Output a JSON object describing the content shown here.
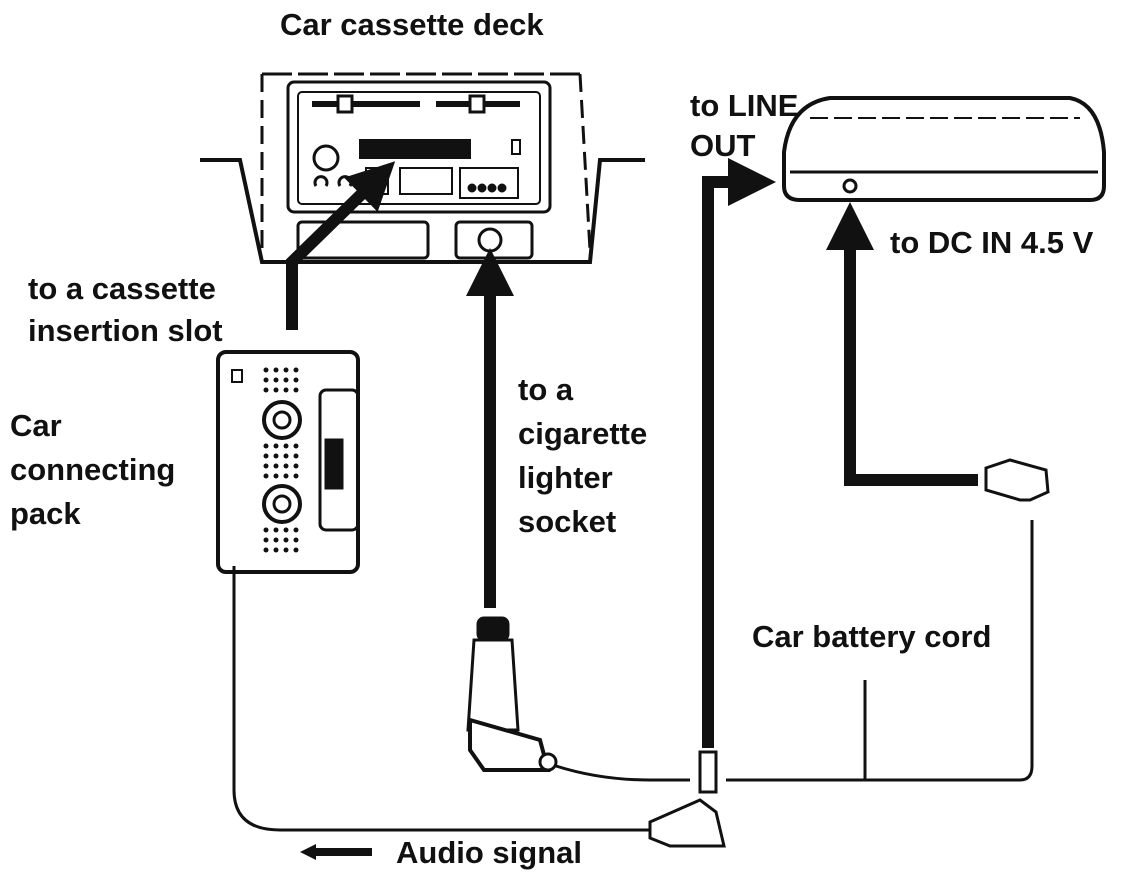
{
  "labels": {
    "car_cassette_deck": "Car cassette deck",
    "to_line_out": [
      "to LINE",
      "OUT"
    ],
    "to_dc_in": "to DC IN 4.5 V",
    "to_cassette_slot": [
      "to a cassette",
      "insertion slot"
    ],
    "car_connecting_pack": [
      "Car",
      "connecting",
      "pack"
    ],
    "to_cigarette_lighter": [
      "to a",
      "cigarette",
      "lighter",
      "socket"
    ],
    "car_battery_cord": "Car battery cord",
    "audio_signal": "Audio signal"
  },
  "colors": {
    "ink": "#111111",
    "paper": "#ffffff"
  }
}
